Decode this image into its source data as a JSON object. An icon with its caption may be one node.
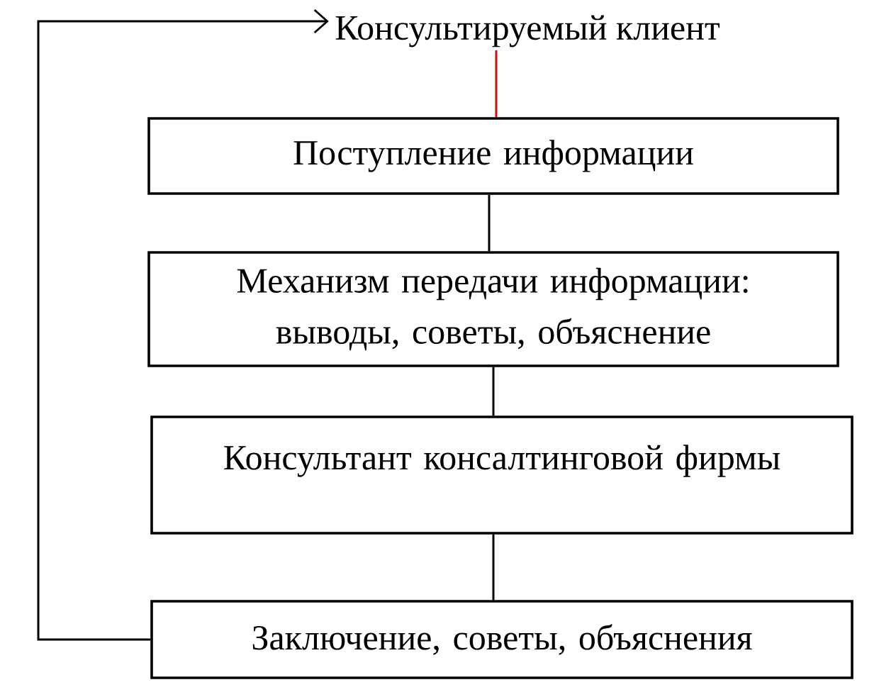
{
  "diagram": {
    "nodes": [
      {
        "text": [
          "Консультируемый клиент"
        ]
      },
      {
        "text": [
          "Поступление информации"
        ]
      },
      {
        "text": [
          "Механизм передачи информации: выводы, советы, объяснение"
        ]
      },
      {
        "text": [
          "Консультант консалтинговой фирмы"
        ]
      },
      {
        "text": [
          "Заключение, советы, объяснения"
        ]
      }
    ],
    "edges": [
      {
        "from": 0,
        "to": 1,
        "arrow": "none",
        "color": "#cc1010"
      },
      {
        "from": 1,
        "to": 2,
        "arrow": "none"
      },
      {
        "from": 2,
        "to": 3,
        "arrow": "none"
      },
      {
        "from": 3,
        "to": 4,
        "arrow": "none"
      },
      {
        "from": 4,
        "to": 0,
        "arrow": "to"
      }
    ]
  }
}
